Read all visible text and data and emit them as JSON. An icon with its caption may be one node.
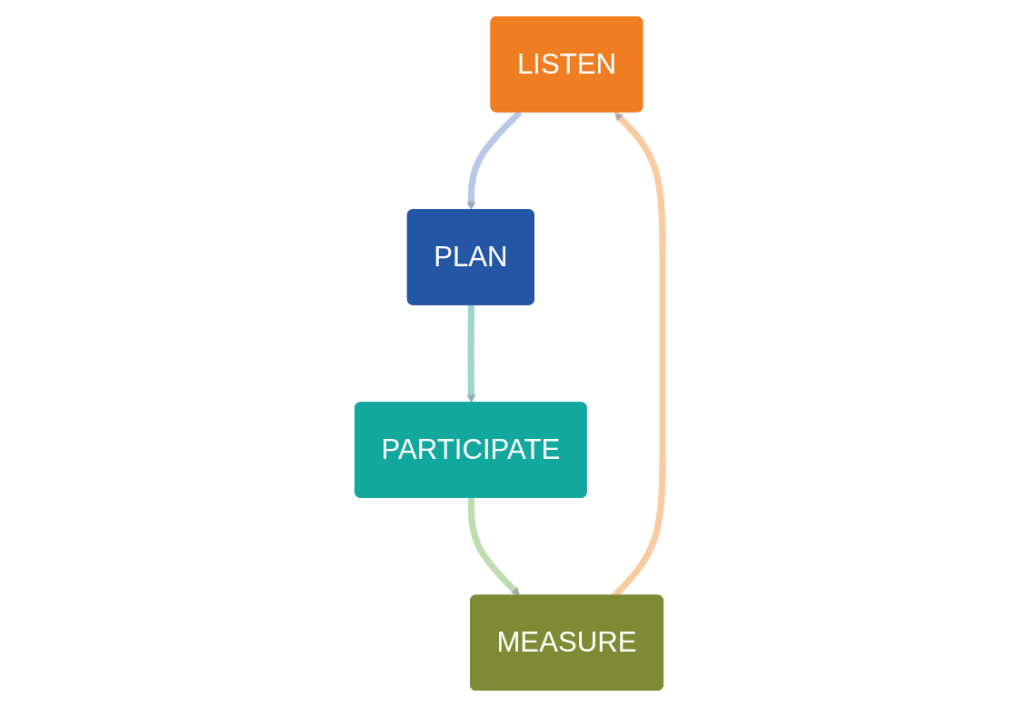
{
  "diagram": {
    "nodes": [
      {
        "text": [
          "LISTEN"
        ]
      },
      {
        "text": [
          "PLAN"
        ]
      },
      {
        "text": [
          "PARTICIPATE"
        ]
      },
      {
        "text": [
          "MEASURE"
        ]
      }
    ],
    "edges": [
      {
        "from": 0,
        "to": 1,
        "arrow": "to",
        "color": "#b8c9e8"
      },
      {
        "from": 1,
        "to": 2,
        "arrow": "to",
        "color": "#9fd6cc"
      },
      {
        "from": 2,
        "to": 3,
        "arrow": "to",
        "color": "#bddcb0"
      },
      {
        "from": 3,
        "to": 0,
        "arrow": "to",
        "color": "#f9cba0"
      }
    ]
  }
}
